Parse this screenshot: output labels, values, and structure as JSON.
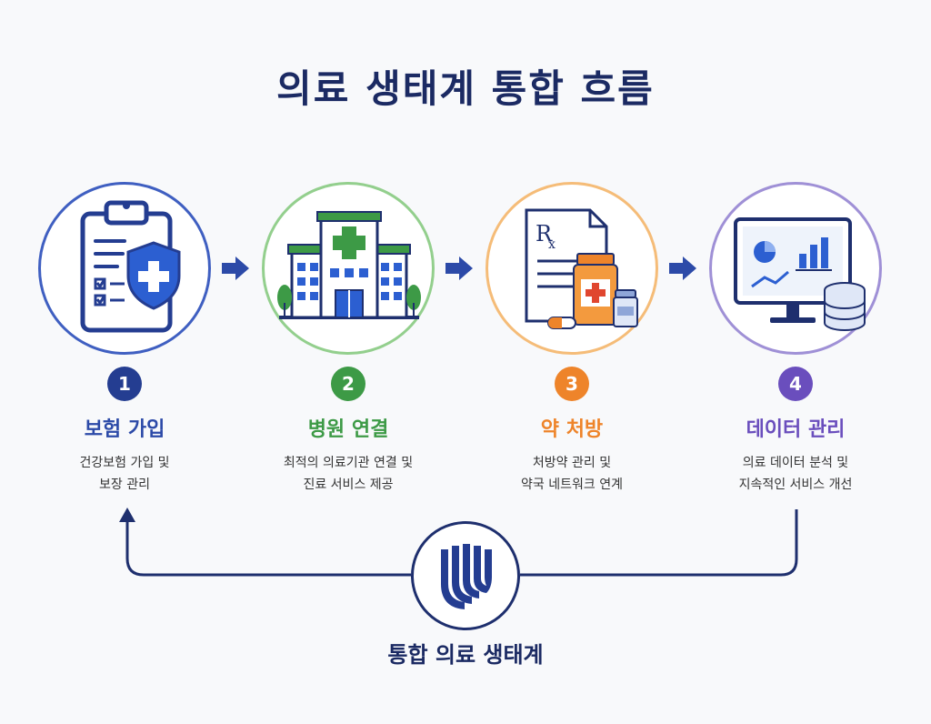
{
  "title": "의료 생태계 통합 흐름",
  "steps": [
    {
      "number": "1",
      "title": "보험 가입",
      "desc": [
        "건강보험 가입 및",
        "보장 관리"
      ],
      "icon": "clipboard-shield-icon"
    },
    {
      "number": "2",
      "title": "병원 연결",
      "desc": [
        "최적의 의료기관 연결 및",
        "진료 서비스 제공"
      ],
      "icon": "hospital-icon"
    },
    {
      "number": "3",
      "title": "약 처방",
      "desc": [
        "처방약 관리 및",
        "약국 네트워크 연계"
      ],
      "icon": "prescription-icon"
    },
    {
      "number": "4",
      "title": "데이터 관리",
      "desc": [
        "의료 데이터 분석 및",
        "지속적인 서비스 개선"
      ],
      "icon": "monitor-database-icon"
    }
  ],
  "center": {
    "label": "통합 의료 생태계",
    "icon": "united-logo-icon"
  },
  "colors": {
    "title": "#1b2a63",
    "step1": "#2c4aa8",
    "step2": "#3d9a46",
    "step3": "#ee842a",
    "step4": "#6a4ebd",
    "arrow": "#2c4aa8",
    "loop": "#1e2f6e"
  }
}
